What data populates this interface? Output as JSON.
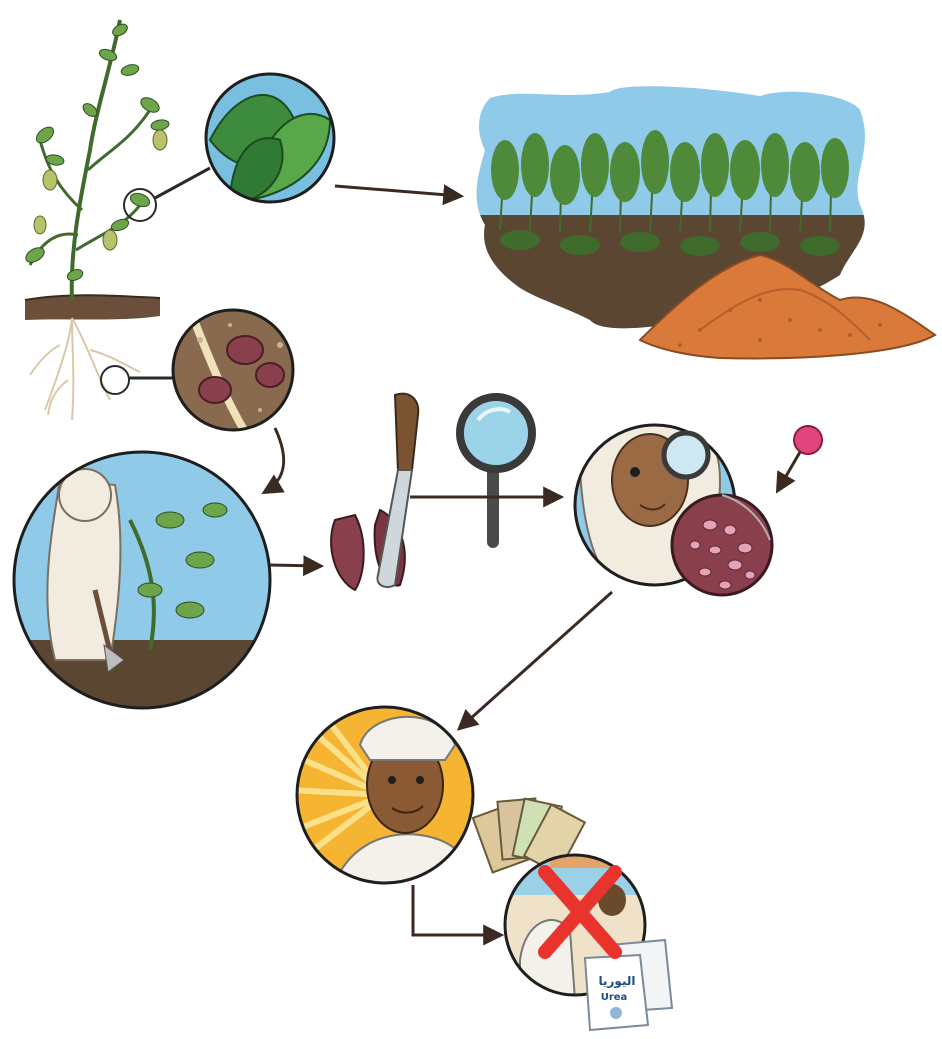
{
  "diagram": {
    "scenes": [
      {
        "id": "chickpea-plant",
        "icon": "plant-with-roots-icon"
      },
      {
        "id": "leaf-closeup",
        "icon": "leaf-zoom-icon"
      },
      {
        "id": "field-with-compost",
        "icon": "field-compost-icon"
      },
      {
        "id": "root-nodule-closeup",
        "icon": "nodule-zoom-icon"
      },
      {
        "id": "farmer-digging",
        "icon": "farmer-digging-icon"
      },
      {
        "id": "knife-cutting-nodule",
        "icon": "knife-icon"
      },
      {
        "id": "magnifying-glass",
        "icon": "magnifier-icon"
      },
      {
        "id": "woman-inspecting-nodule",
        "icon": "inspector-icon"
      },
      {
        "id": "smiling-farmer",
        "icon": "happy-farmer-icon"
      },
      {
        "id": "no-urea-purchase",
        "icon": "crossed-out-fertilizer-icon"
      }
    ],
    "urea_bag": {
      "label_latin": "Urea",
      "label_arabic": "اليوريا"
    },
    "colors": {
      "arrow": "#3a2a22",
      "sky": "#8fcbe8",
      "leaf": "#4f8a3a",
      "soil": "#5b4632",
      "compost": "#d97a3b",
      "nodule": "#8a3f4c",
      "sunburst": "#f5b431",
      "cross": "#e8342c",
      "pink_marker": "#e0457b"
    }
  }
}
